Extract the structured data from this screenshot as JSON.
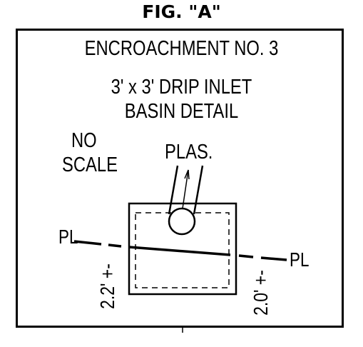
{
  "figure": {
    "title": "FIG. \"A\"",
    "heading": "ENCROACHMENT NO. 3",
    "subtitle_line1": "3' x 3' DRIP INLET",
    "subtitle_line2": "BASIN DETAIL",
    "scale_line1": "NO",
    "scale_line2": "SCALE",
    "pipe_label": "PLAS.",
    "pl_left": "PL",
    "pl_right": "PL",
    "dim_left": "2.2' +-",
    "dim_right": "2.0' +-"
  }
}
